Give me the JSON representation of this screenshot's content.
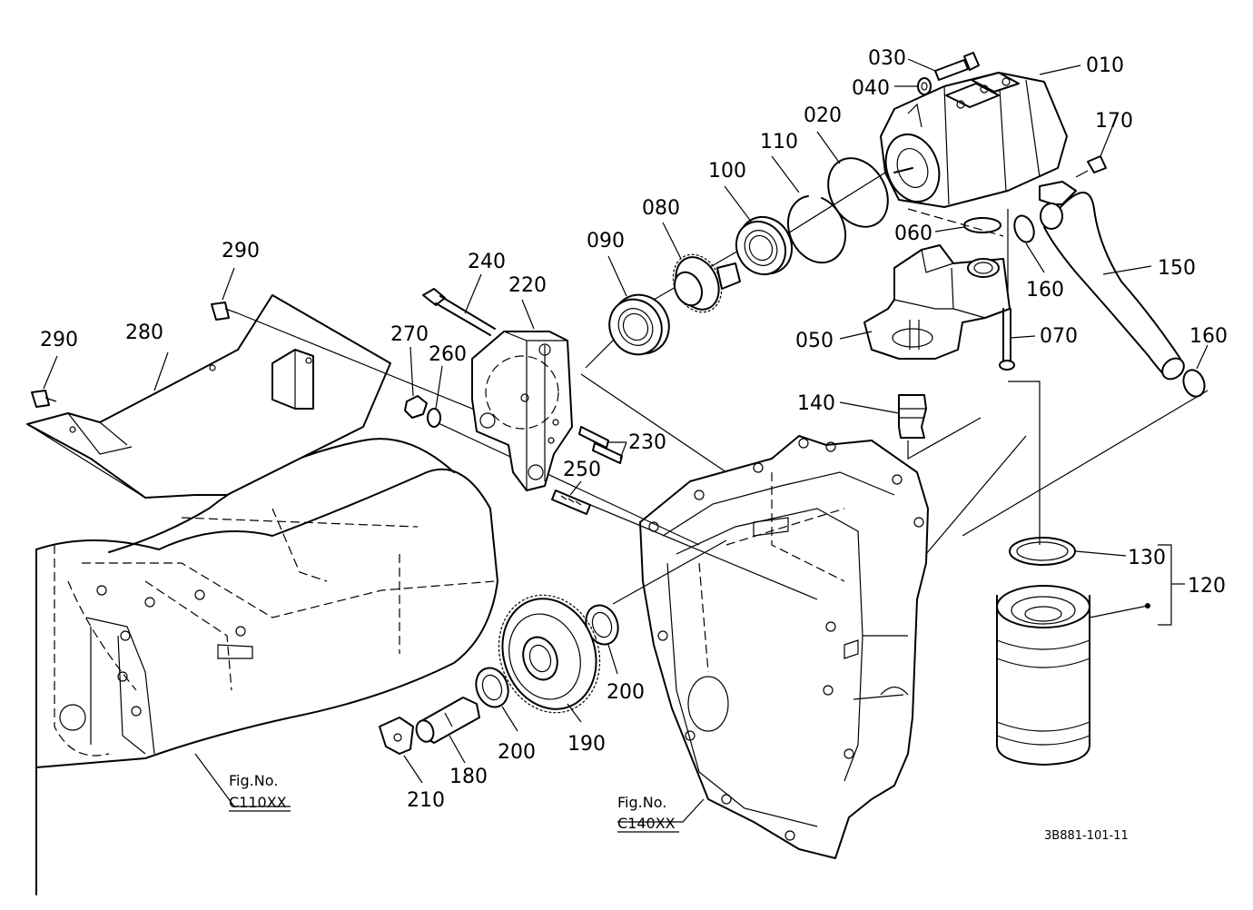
{
  "diagram": {
    "callouts": [
      {
        "id": "030",
        "label": "030"
      },
      {
        "id": "010",
        "label": "010"
      },
      {
        "id": "040",
        "label": "040"
      },
      {
        "id": "020",
        "label": "020"
      },
      {
        "id": "110",
        "label": "110"
      },
      {
        "id": "170",
        "label": "170"
      },
      {
        "id": "100",
        "label": "100"
      },
      {
        "id": "080",
        "label": "080"
      },
      {
        "id": "060",
        "label": "060"
      },
      {
        "id": "090",
        "label": "090"
      },
      {
        "id": "290a",
        "label": "290"
      },
      {
        "id": "240",
        "label": "240"
      },
      {
        "id": "150",
        "label": "150"
      },
      {
        "id": "220",
        "label": "220"
      },
      {
        "id": "160a",
        "label": "160"
      },
      {
        "id": "280",
        "label": "280"
      },
      {
        "id": "290b",
        "label": "290"
      },
      {
        "id": "270",
        "label": "270"
      },
      {
        "id": "050",
        "label": "050"
      },
      {
        "id": "070",
        "label": "070"
      },
      {
        "id": "160b",
        "label": "160"
      },
      {
        "id": "260",
        "label": "260"
      },
      {
        "id": "140",
        "label": "140"
      },
      {
        "id": "230",
        "label": "230"
      },
      {
        "id": "250",
        "label": "250"
      },
      {
        "id": "130",
        "label": "130"
      },
      {
        "id": "120",
        "label": "120"
      },
      {
        "id": "200a",
        "label": "200"
      },
      {
        "id": "200b",
        "label": "200"
      },
      {
        "id": "190",
        "label": "190"
      },
      {
        "id": "180",
        "label": "180"
      },
      {
        "id": "210",
        "label": "210"
      }
    ],
    "figure_refs": [
      {
        "id": "c110",
        "line1": "Fig.No.",
        "line2": "C110XX"
      },
      {
        "id": "c140",
        "line1": "Fig.No.",
        "line2": "C140XX"
      }
    ],
    "drawing_number": "3B881-101-11"
  }
}
